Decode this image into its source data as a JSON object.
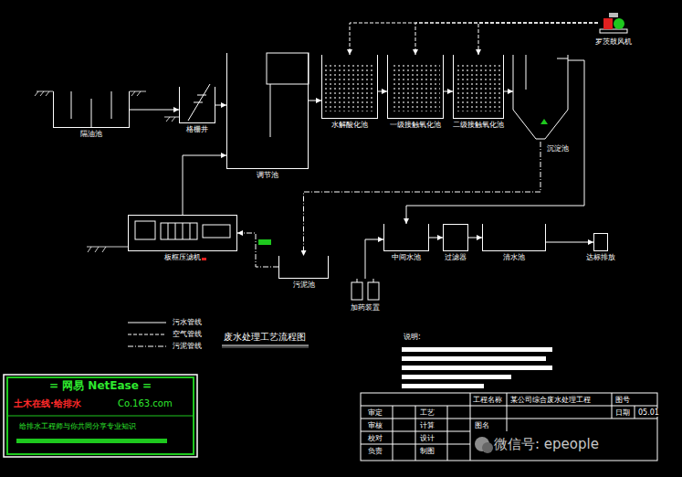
{
  "diagram": {
    "title": "废水处理工艺流程图",
    "nodes": [
      {
        "text": [
          "隔油池"
        ]
      },
      {
        "text": [
          "格栅井"
        ]
      },
      {
        "text": [
          "调节池"
        ]
      },
      {
        "text": [
          "水解酸化池"
        ]
      },
      {
        "text": [
          "一级接触氧化池"
        ]
      },
      {
        "text": [
          "二级接触氧化池"
        ]
      },
      {
        "text": [
          "沉淀池"
        ]
      },
      {
        "text": [
          "罗茨鼓风机"
        ]
      },
      {
        "text": [
          "板框压滤机"
        ]
      },
      {
        "text": [
          "污泥池"
        ]
      },
      {
        "text": [
          "加药装置"
        ]
      },
      {
        "text": [
          "中间水池"
        ]
      },
      {
        "text": [
          "过滤器"
        ]
      },
      {
        "text": [
          "清水池"
        ]
      },
      {
        "text": [
          "达标排放"
        ]
      }
    ],
    "edges": [
      {
        "from": 0,
        "to": 1,
        "arrow": "to"
      },
      {
        "from": 1,
        "to": 2,
        "arrow": "to"
      },
      {
        "from": 2,
        "to": 3,
        "arrow": "to"
      },
      {
        "from": 3,
        "to": 4,
        "arrow": "to"
      },
      {
        "from": 4,
        "to": 5,
        "arrow": "to"
      },
      {
        "from": 5,
        "to": 6,
        "arrow": "to"
      },
      {
        "from": 7,
        "to": 3,
        "arrow": "to"
      },
      {
        "from": 7,
        "to": 4,
        "arrow": "to"
      },
      {
        "from": 7,
        "to": 5,
        "arrow": "to"
      },
      {
        "from": 6,
        "to": 9,
        "arrow": "to"
      },
      {
        "from": 6,
        "to": 11,
        "arrow": "to"
      },
      {
        "from": 9,
        "to": 8,
        "arrow": "to"
      },
      {
        "from": 8,
        "to": 2,
        "arrow": "to"
      },
      {
        "from": 10,
        "to": 11,
        "arrow": "to"
      },
      {
        "from": 11,
        "to": 12,
        "arrow": "to"
      },
      {
        "from": 12,
        "to": 13,
        "arrow": "to"
      },
      {
        "from": 13,
        "to": 14,
        "arrow": "to"
      }
    ],
    "labels": [
      "说明:",
      "工程名称",
      "某公司综合废水处理工程",
      "图号",
      "日期",
      "05.01",
      "审定",
      "工艺",
      "审核",
      "计算",
      "校对",
      "设计",
      "负责",
      "制图",
      "图名",
      "= 网易 NetEase =",
      "土木在线·给排水",
      "Co.163.com",
      "给排水工程师与你共同分享专业知识",
      "微信号: epeople"
    ],
    "legend": [
      {
        "text": "污水管线"
      },
      {
        "text": "空气管线"
      },
      {
        "text": "污泥管线"
      }
    ]
  }
}
